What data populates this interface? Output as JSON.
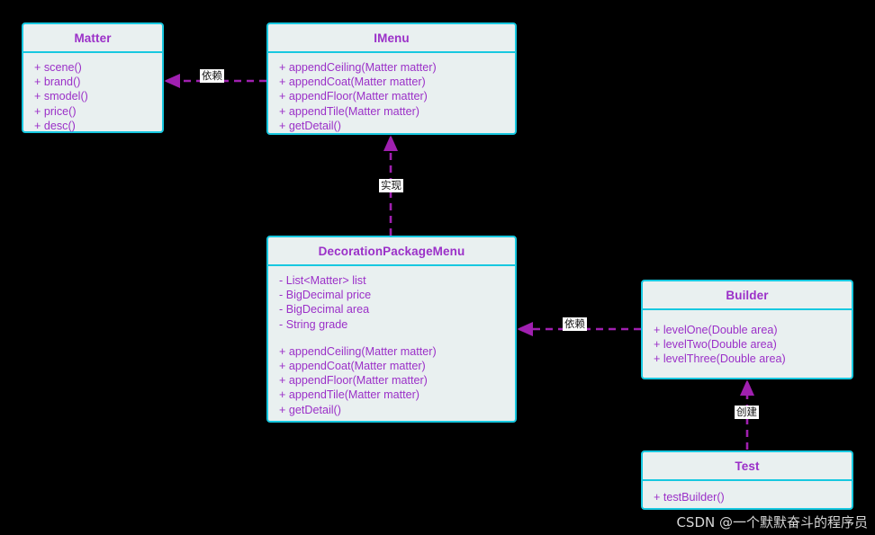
{
  "diagram": {
    "background_color": "#000000",
    "box_fill": "#e9f0f0",
    "box_border": "#17c8e0",
    "text_color": "#9B30C8",
    "edge_color": "#a020b0",
    "classes": [
      {
        "id": "matter",
        "name": "Matter",
        "attributes": [],
        "methods": [
          "+ scene()",
          "+ brand()",
          "+ smodel()",
          "+ price()",
          "+ desc()"
        ]
      },
      {
        "id": "imenu",
        "name": "IMenu",
        "attributes": [],
        "methods": [
          "+ appendCeiling(Matter matter)",
          "+ appendCoat(Matter matter)",
          "+ appendFloor(Matter matter)",
          "+ appendTile(Matter matter)",
          "+ getDetail()"
        ]
      },
      {
        "id": "decorationpackagemenu",
        "name": "DecorationPackageMenu",
        "attributes": [
          "- List<Matter> list",
          "- BigDecimal price",
          "- BigDecimal area",
          "- String grade"
        ],
        "methods": [
          "+ appendCeiling(Matter matter)",
          "+ appendCoat(Matter matter)",
          "+ appendFloor(Matter matter)",
          "+ appendTile(Matter matter)",
          "+ getDetail()"
        ]
      },
      {
        "id": "builder",
        "name": "Builder",
        "attributes": [],
        "methods": [
          "+ levelOne(Double area)",
          "+ levelTwo(Double area)",
          "+ levelThree(Double area)"
        ]
      },
      {
        "id": "test",
        "name": "Test",
        "attributes": [],
        "methods": [
          "+ testBuilder()"
        ]
      }
    ],
    "edges": [
      {
        "id": "imenu-matter",
        "label": "依赖",
        "from": "imenu",
        "to": "matter",
        "style": "dashed",
        "arrow": "filled-triangle"
      },
      {
        "id": "decorationpackagemenu-imenu",
        "label": "实现",
        "from": "decorationpackagemenu",
        "to": "imenu",
        "style": "dashed",
        "arrow": "filled-triangle"
      },
      {
        "id": "builder-decorationpackagemenu",
        "label": "依赖",
        "from": "builder",
        "to": "decorationpackagemenu",
        "style": "dashed",
        "arrow": "filled-triangle"
      },
      {
        "id": "test-builder",
        "label": "创建",
        "from": "test",
        "to": "builder",
        "style": "dashed",
        "arrow": "filled-triangle"
      }
    ]
  },
  "watermark": {
    "text": "CSDN @一个默默奋斗的程序员"
  }
}
